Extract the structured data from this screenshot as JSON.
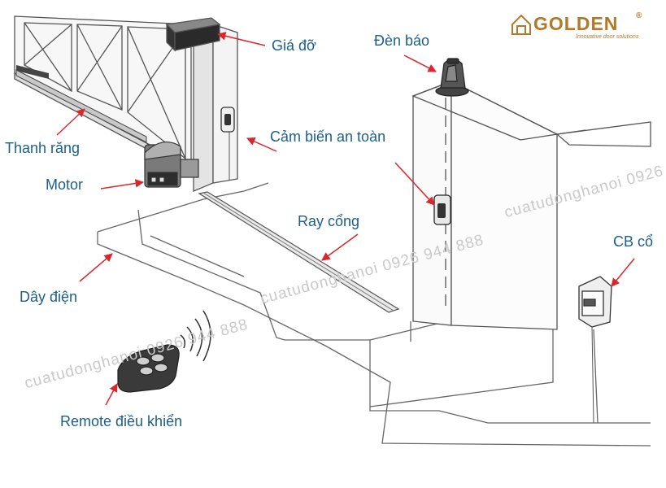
{
  "labels": {
    "gia_do": "Giá đỡ",
    "den_bao": "Đèn báo",
    "thanh_rang": "Thanh răng",
    "cam_bien": "Cảm biến an toàn",
    "motor": "Motor",
    "ray_cong": "Ray cổng",
    "cb_cong": "CB cổ",
    "day_dien": "Dây điện",
    "remote": "Remote điều khiển"
  },
  "logo": {
    "brand": "GOLDEN",
    "registered": "®",
    "tagline": "Innovative door solutions"
  },
  "watermarks": {
    "wm1": "cuatudonghanoi  0926 944 888",
    "wm2": "cuatudonghanoi  0926 944 888",
    "wm3": "cuatudonghanoi 0926"
  },
  "colors": {
    "label": "#1d5f8a",
    "arrow": "#d9272e",
    "line": "#555555",
    "brand": "#b07a2a"
  }
}
